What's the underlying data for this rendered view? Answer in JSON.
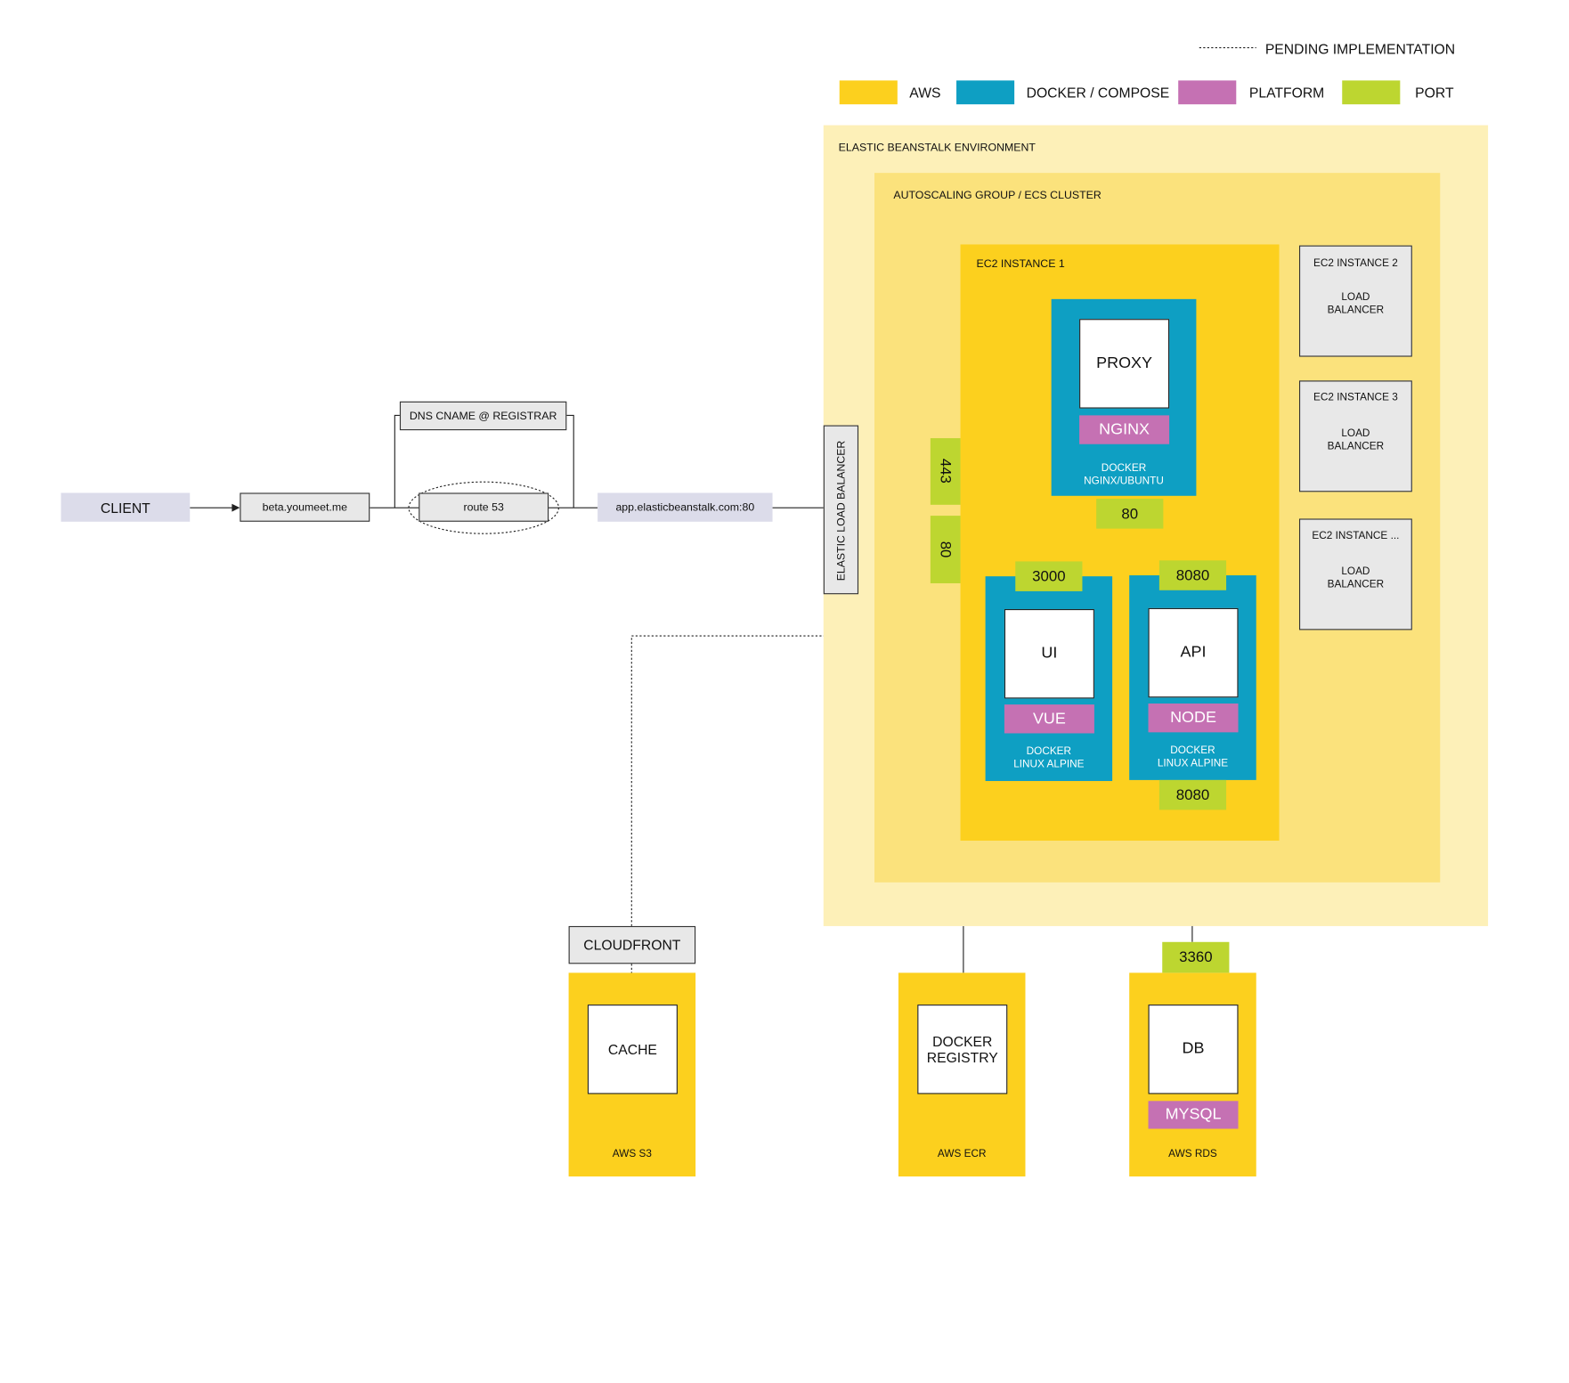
{
  "legend": {
    "pending_label": "PENDING IMPLEMENTATION",
    "items": [
      {
        "label": "AWS",
        "color": "#fcd01e"
      },
      {
        "label": "DOCKER / COMPOSE",
        "color": "#0e9fc3"
      },
      {
        "label": "PLATFORM",
        "color": "#c571b3"
      },
      {
        "label": "PORT",
        "color": "#bdd630"
      }
    ]
  },
  "environment": {
    "eb_label": "ELASTIC BEANSTALK ENVIRONMENT",
    "asg_label": "AUTOSCALING GROUP / ECS CLUSTER",
    "ec2_main": "EC2 INSTANCE 1",
    "other_instances": [
      {
        "title": "EC2 INSTANCE 2",
        "body_line1": "LOAD",
        "body_line2": "BALANCER"
      },
      {
        "title": "EC2 INSTANCE 3",
        "body_line1": "LOAD",
        "body_line2": "BALANCER"
      },
      {
        "title": "EC2 INSTANCE ...",
        "body_line1": "LOAD",
        "body_line2": "BALANCER"
      }
    ]
  },
  "containers": {
    "proxy": {
      "name": "PROXY",
      "platform": "NGINX",
      "line1": "DOCKER",
      "line2": "NGINX/UBUNTU"
    },
    "ui": {
      "name": "UI",
      "platform": "VUE",
      "line1": "DOCKER",
      "line2": "LINUX ALPINE"
    },
    "api": {
      "name": "API",
      "platform": "NODE",
      "line1": "DOCKER",
      "line2": "LINUX ALPINE"
    }
  },
  "ports": {
    "elb_443": "443",
    "elb_80": "80",
    "proxy_80": "80",
    "ui_3000": "3000",
    "api_8080_top": "8080",
    "api_8080_bottom": "8080",
    "db_3360": "3360"
  },
  "flow": {
    "client": "CLIENT",
    "domain": "beta.youmeet.me",
    "dns": "DNS CNAME @ REGISTRAR",
    "route53": "route 53",
    "eb_url": "app.elasticbeanstalk.com:80",
    "elb": "ELASTIC LOAD BALANCER"
  },
  "services": {
    "cloudfront": "CLOUDFRONT",
    "s3": {
      "box_label": "CACHE",
      "footer": "AWS S3"
    },
    "ecr": {
      "box_line1": "DOCKER",
      "box_line2": "REGISTRY",
      "footer": "AWS ECR"
    },
    "rds": {
      "box_label": "DB",
      "platform": "MYSQL",
      "footer": "AWS RDS"
    }
  }
}
